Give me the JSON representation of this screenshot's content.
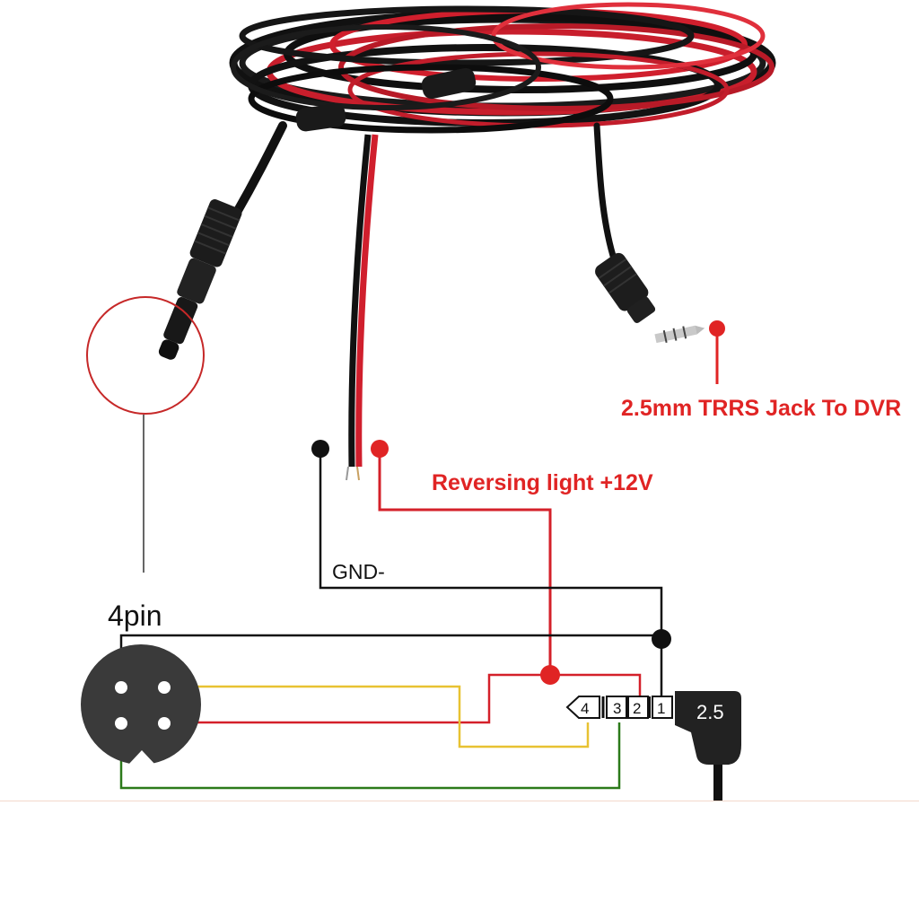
{
  "labels": {
    "trrs_jack": "2.5mm TRRS Jack To DVR",
    "reversing_light": "Reversing light +12V",
    "gnd": "GND-",
    "four_pin": "4pin",
    "plug_size": "2.5"
  },
  "jack_pins": [
    "4",
    "3",
    "2",
    "1"
  ],
  "colors": {
    "red_wire": "#d4202a",
    "black_wire": "#111111",
    "yellow_wire": "#e8c232",
    "green_wire": "#2c7a1a",
    "connector_gray": "#3a3a3a",
    "label_red": "#e02424"
  },
  "icons": [
    "cable-bundle-photo",
    "four-pin-connector-icon",
    "trrs-jack-plug-icon"
  ]
}
